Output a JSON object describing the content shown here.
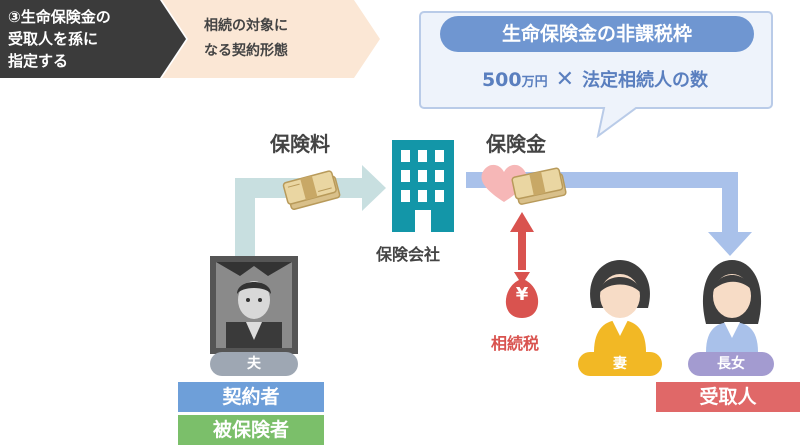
{
  "header": {
    "step_line1": "③生命保険金の",
    "step_line2": "受取人を孫に",
    "step_line3": "指定する",
    "subject_line1": "相続の対象に",
    "subject_line2": "なる契約形態"
  },
  "callout": {
    "title": "生命保険金の非課税枠",
    "amount": "500",
    "unit": "万円",
    "times": "✕",
    "multiplier": "法定相続人の数"
  },
  "flow": {
    "premium_label": "保険料",
    "insurer_label": "保険会社",
    "benefit_label": "保険金",
    "tax_label": "相続税",
    "yen_symbol": "¥"
  },
  "people": {
    "husband": "夫",
    "wife": "妻",
    "daughter": "長女"
  },
  "roles": {
    "contractor": "契約者",
    "insured": "被保険者",
    "recipient": "受取人"
  },
  "colors": {
    "arrow_blue": "#a9c1ea",
    "arrow_grey": "#c8dfe0",
    "building": "#1396a8",
    "pill_grey": "#9ea7b3",
    "pill_yellow": "#f2b825",
    "pill_purple": "#a39bd0",
    "bar_blue": "#6e9fd9",
    "bar_green": "#7bbf6a",
    "bar_red": "#e06868",
    "tax_red": "#d9534f"
  }
}
